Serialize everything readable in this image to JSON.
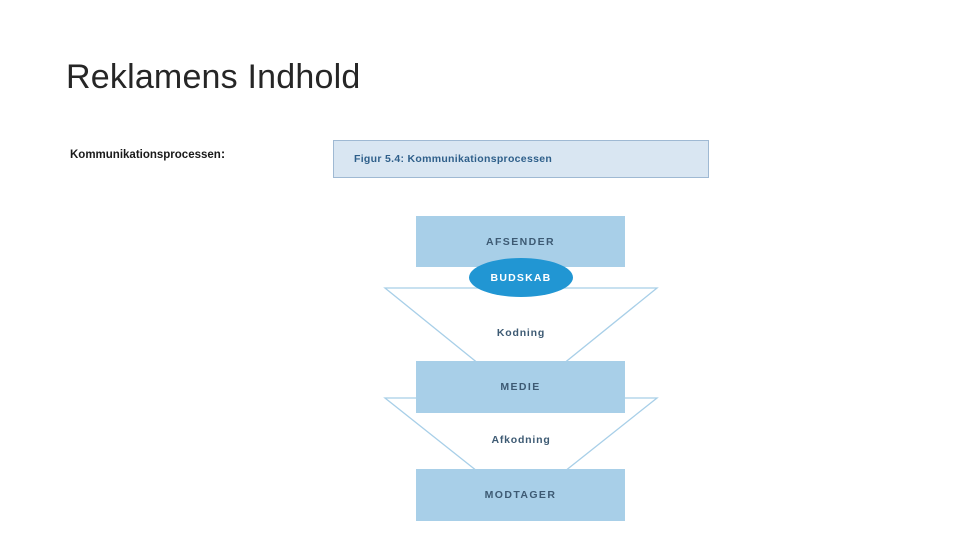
{
  "slide": {
    "title": "Reklamens Indhold",
    "body_text": "Kommunikationsprocessen",
    "body_text_suffix": ":"
  },
  "figure": {
    "caption": "Figur 5.4: Kommunikationsprocessen",
    "boxes": [
      {
        "label": "AFSENDER"
      },
      {
        "label": "MEDIE"
      },
      {
        "label": "MODTAGER"
      }
    ],
    "ellipse": {
      "label": "BUDSKAB"
    },
    "step_labels": [
      {
        "label": "Kodning"
      },
      {
        "label": "Afkodning"
      }
    ],
    "colors": {
      "box_fill": "#a8cfe8",
      "ellipse_fill": "#2196d3",
      "caption_fill": "#d9e6f2",
      "caption_text": "#2e5f8a",
      "funnel_stroke": "#a8cfe8"
    }
  }
}
